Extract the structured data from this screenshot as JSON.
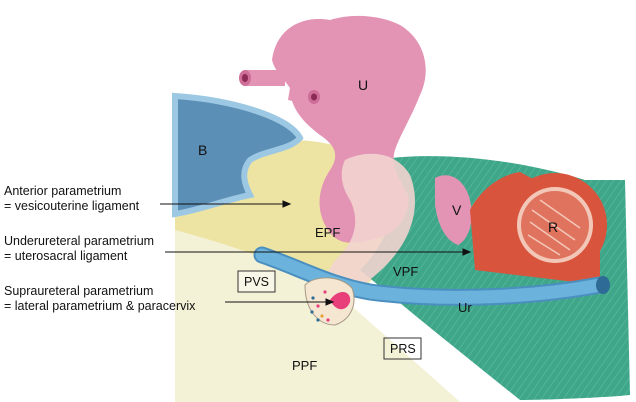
{
  "diagram": {
    "left_labels": [
      {
        "line1": "Anterior parametrium",
        "line2": "= vesicouterine ligament"
      },
      {
        "line1": "Underureteral parametrium",
        "line2": "= uterosacral ligament"
      },
      {
        "line1": "Supraureteral parametrium",
        "line2": "= lateral parametrium & paracervix"
      }
    ],
    "organs": {
      "uterus": "U",
      "bladder": "B",
      "vagina": "V",
      "rectum": "R",
      "ureter": "Ur"
    },
    "fasciae": {
      "epf": "EPF",
      "vpf": "VPF",
      "ppf": "PPF"
    },
    "spaces": {
      "pvs": "PVS",
      "prs": "PRS"
    },
    "colors": {
      "uterus": "#e393b3",
      "bladder": "#5b8fb5",
      "rectum": "#d9543d",
      "ureter": "#6bb3dc",
      "vpf": "#3fa68a",
      "epf": "#eee6a8",
      "ppf": "#f2f0d2"
    }
  }
}
